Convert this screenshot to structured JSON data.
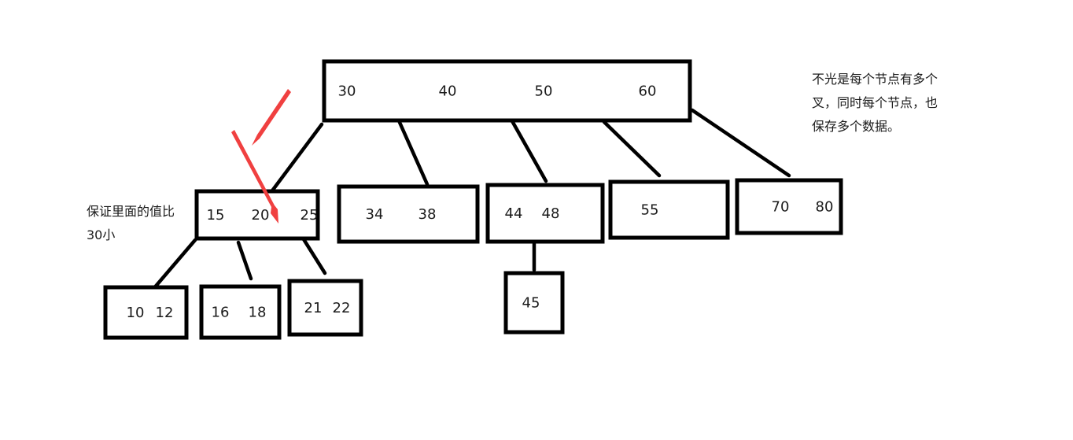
{
  "colors": {
    "stroke": "#000000",
    "text": "#1a1a1a",
    "arrow": "#f04040",
    "background": "#ffffff"
  },
  "nodes": [
    {
      "id": "root",
      "keys": [
        "30",
        "40",
        "50",
        "60"
      ]
    },
    {
      "id": "c1",
      "keys": [
        "15",
        "20",
        "25"
      ]
    },
    {
      "id": "c2",
      "keys": [
        "34",
        "38"
      ]
    },
    {
      "id": "c3",
      "keys": [
        "44",
        "48"
      ]
    },
    {
      "id": "c4",
      "keys": [
        "55"
      ]
    },
    {
      "id": "c5",
      "keys": [
        "70",
        "80"
      ]
    },
    {
      "id": "g1",
      "keys": [
        "10",
        "12"
      ]
    },
    {
      "id": "g2",
      "keys": [
        "16",
        "18"
      ]
    },
    {
      "id": "g3",
      "keys": [
        "21",
        "22"
      ]
    },
    {
      "id": "g4",
      "keys": [
        "45"
      ]
    }
  ],
  "edges": [
    [
      "root",
      "c1"
    ],
    [
      "root",
      "c2"
    ],
    [
      "root",
      "c3"
    ],
    [
      "root",
      "c4"
    ],
    [
      "root",
      "c5"
    ],
    [
      "c1",
      "g1"
    ],
    [
      "c1",
      "g2"
    ],
    [
      "c1",
      "g3"
    ],
    [
      "c3",
      "g4"
    ]
  ],
  "notes": {
    "right": [
      "不光是每个节点有多个",
      "叉，同时每个节点，也",
      "保存多个数据。"
    ],
    "left": [
      "保证里面的值比",
      "30小"
    ]
  }
}
